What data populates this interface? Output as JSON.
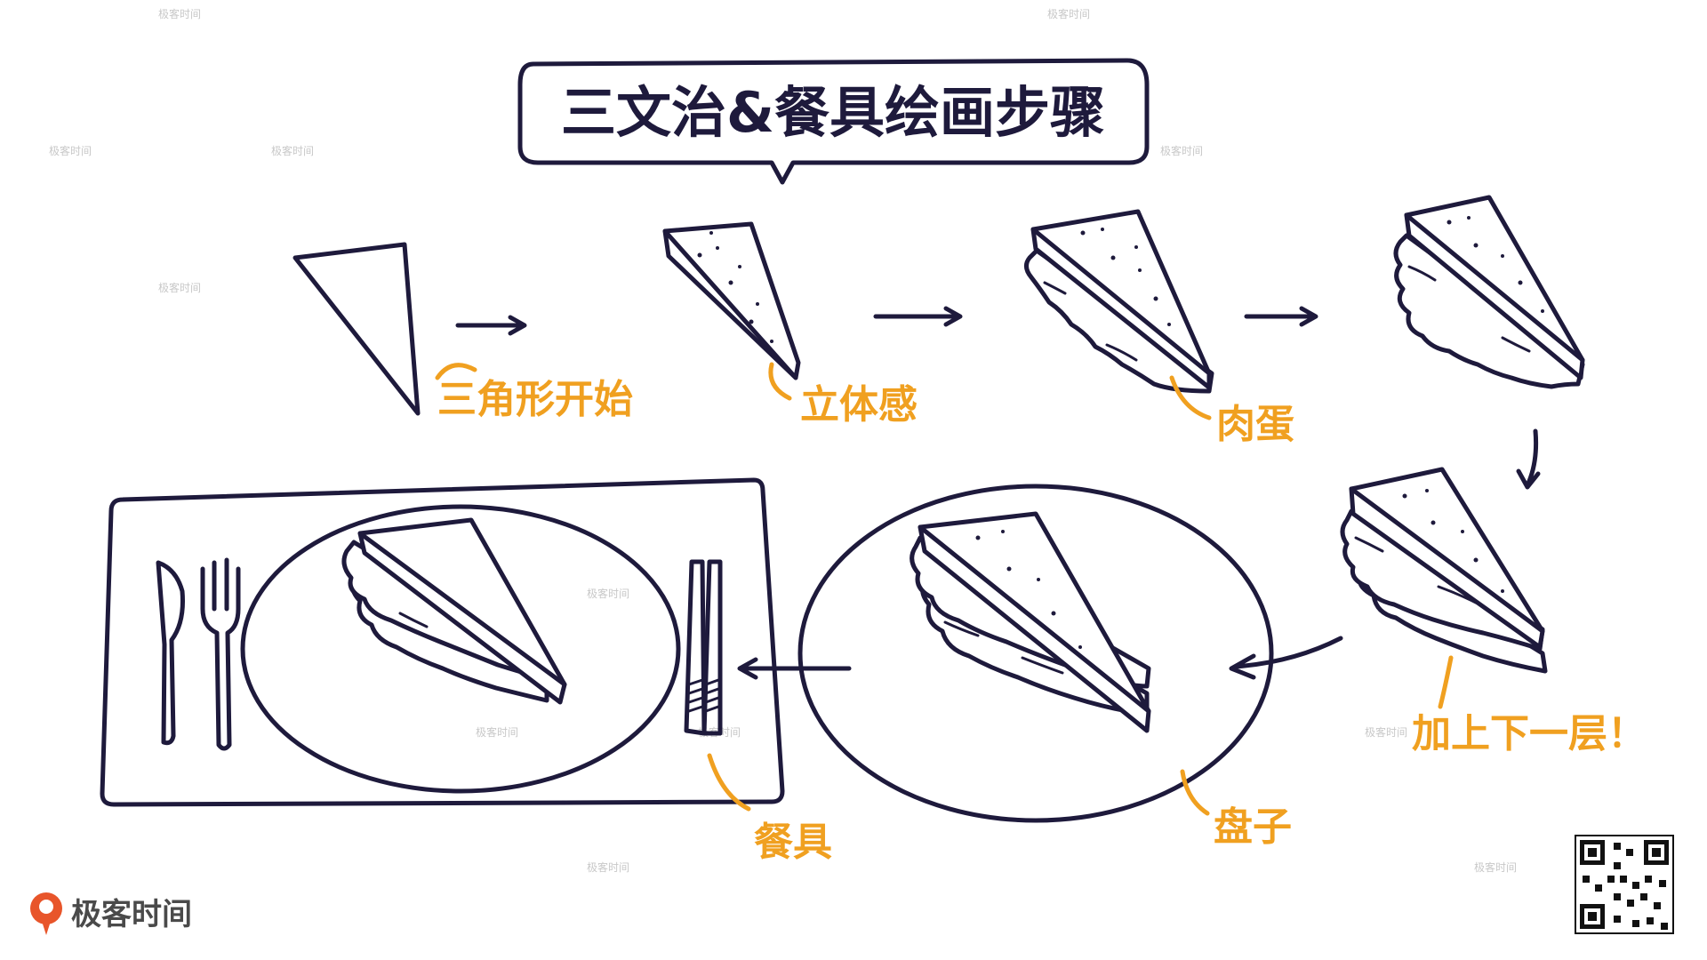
{
  "diagram": {
    "title": "三文治&餐具绘画步骤",
    "steps": [
      {
        "label": "三角形开始"
      },
      {
        "label": "立体感"
      },
      {
        "label": "肉蛋"
      },
      {
        "label": "加上下一层！"
      },
      {
        "label": "盘子"
      },
      {
        "label": "餐具"
      }
    ]
  },
  "branding": {
    "logo_text": "极客时间",
    "watermark_text": "极客时间"
  },
  "colors": {
    "ink": "#1e1a3c",
    "accent": "#f0a020"
  }
}
